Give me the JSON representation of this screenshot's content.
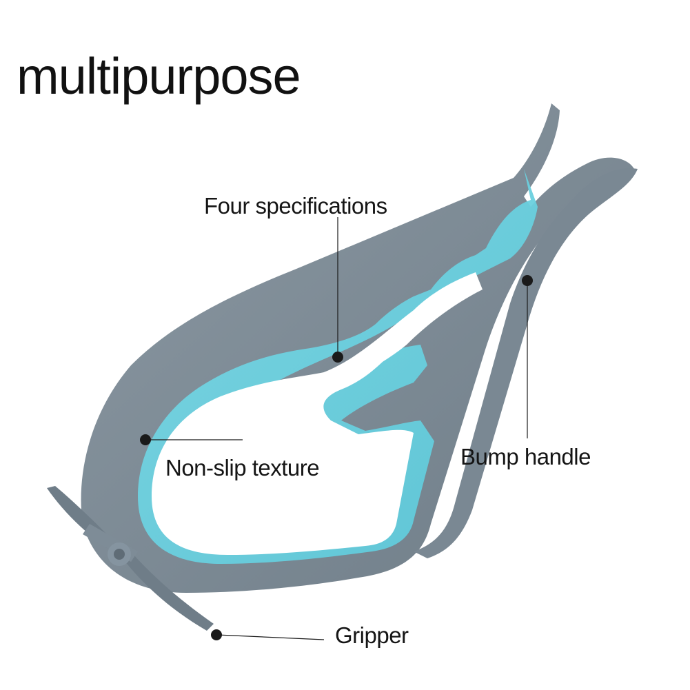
{
  "title": "multipurpose",
  "labels": {
    "four_specifications": "Four specifications",
    "non_slip_texture": "Non-slip texture",
    "bump_handle": "Bump handle",
    "gripper": "Gripper"
  },
  "colors": {
    "body_gray": "#76848f",
    "body_gray_light": "#8a97a1",
    "inner_blue": "#6cd2e0",
    "inner_blue_dark": "#3fb2c6",
    "callout": "#1a1a1a"
  }
}
